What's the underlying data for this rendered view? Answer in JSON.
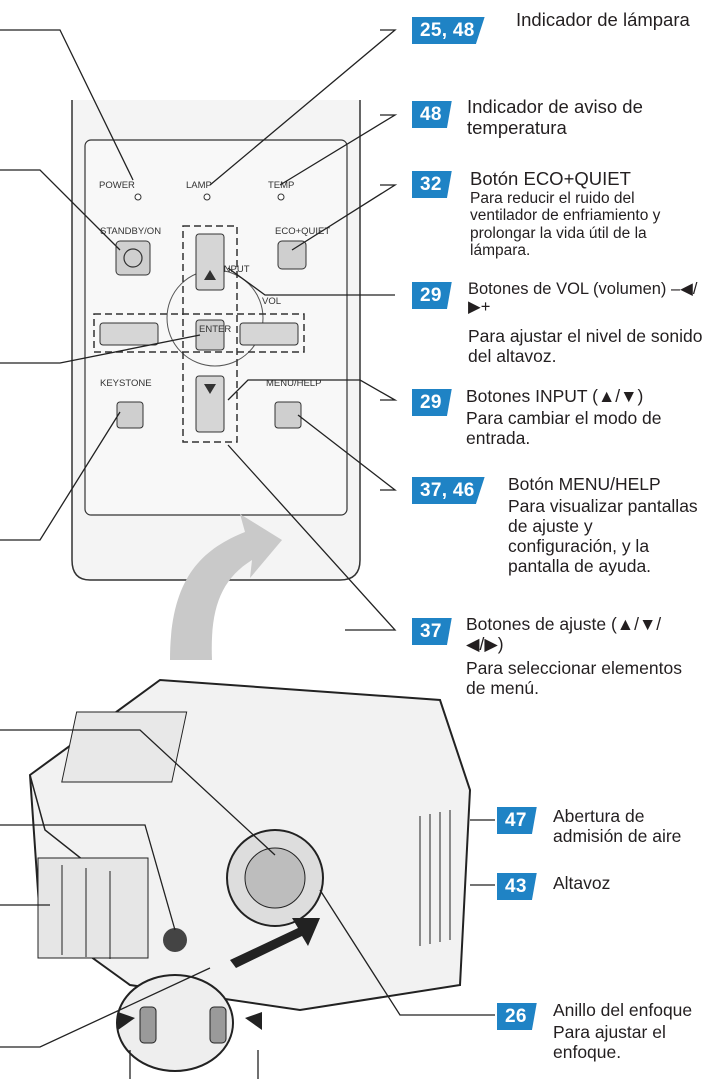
{
  "remote_panel": {
    "power": "POWER",
    "lamp": "LAMP",
    "temp": "TEMP",
    "standby": "STANDBY/ON",
    "eco": "ECO+QUIET",
    "input": "INPUT",
    "vol": "VOL",
    "enter": "ENTER",
    "keystone": "KEYSTONE",
    "menu": "MENU/HELP"
  },
  "callouts": [
    {
      "badge": "25, 48",
      "title": "Indicador de lámpara",
      "desc": ""
    },
    {
      "badge": "48",
      "title": "Indicador de aviso de temperatura",
      "desc": ""
    },
    {
      "badge": "32",
      "title": "Botón ECO+QUIET",
      "desc": "Para reducir el ruido del ventilador de enfriamiento y prolongar la vida útil de la lámpara."
    },
    {
      "badge": "29",
      "title": "Botones de VOL (volumen) –◀/▶+",
      "desc": "Para ajustar el nivel de sonido del altavoz."
    },
    {
      "badge": "29",
      "title": "Botones INPUT (▲/▼)",
      "desc": "Para cambiar el modo de entrada."
    },
    {
      "badge": "37, 46",
      "title": "Botón MENU/HELP",
      "desc": "Para visualizar pantallas de ajuste y configuración, y la pantalla de ayuda."
    },
    {
      "badge": "37",
      "title": "Botones de ajuste (▲/▼/◀/▶)",
      "desc": "Para seleccionar elementos de menú."
    },
    {
      "badge": "47",
      "title": "Abertura de admisión de aire",
      "desc": ""
    },
    {
      "badge": "43",
      "title": "Altavoz",
      "desc": ""
    },
    {
      "badge": "26",
      "title": "Anillo del enfoque",
      "desc": "Para ajustar el enfoque."
    }
  ]
}
